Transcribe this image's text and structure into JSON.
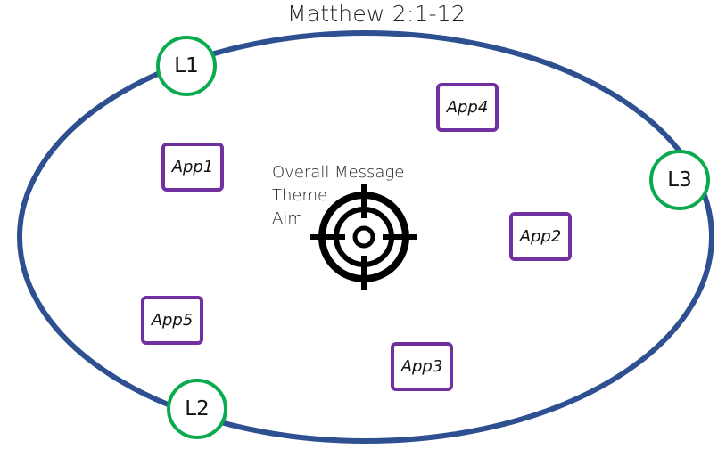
{
  "title": "Matthew 2:1-12",
  "center_text": {
    "line1": "Overall Message",
    "line2": "Theme",
    "line3": "Aim"
  },
  "center_icon": "crosshair-target-icon",
  "lessons": [
    {
      "label": "L1"
    },
    {
      "label": "L2"
    },
    {
      "label": "L3"
    }
  ],
  "applications": [
    {
      "label": "App1"
    },
    {
      "label": "App2"
    },
    {
      "label": "App3"
    },
    {
      "label": "App4"
    },
    {
      "label": "App5"
    }
  ],
  "colors": {
    "ellipse": "#2e5090",
    "lesson_border": "#0aaa4f",
    "app_border": "#7030a0",
    "target": "#000000"
  }
}
